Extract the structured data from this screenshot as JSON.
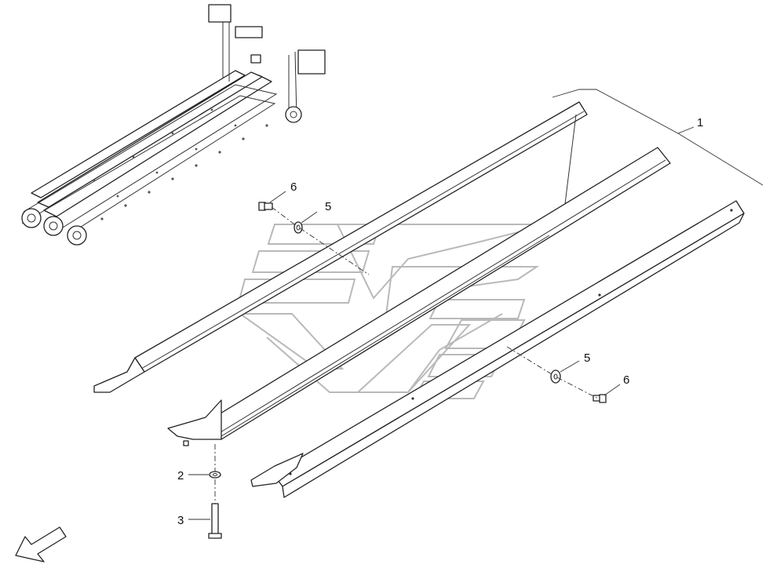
{
  "callouts": [
    {
      "id": "c1",
      "label": "1"
    },
    {
      "id": "c2",
      "label": "2"
    },
    {
      "id": "c3",
      "label": "3"
    },
    {
      "id": "c5a",
      "label": "5"
    },
    {
      "id": "c6a",
      "label": "6"
    },
    {
      "id": "c5b",
      "label": "5"
    },
    {
      "id": "c6b",
      "label": "6"
    }
  ],
  "icons": {
    "overview": "conveyor-assembly-thumbnail-icon",
    "direction": "direction-arrow-icon",
    "watermark": "watermark-logo-icon"
  }
}
